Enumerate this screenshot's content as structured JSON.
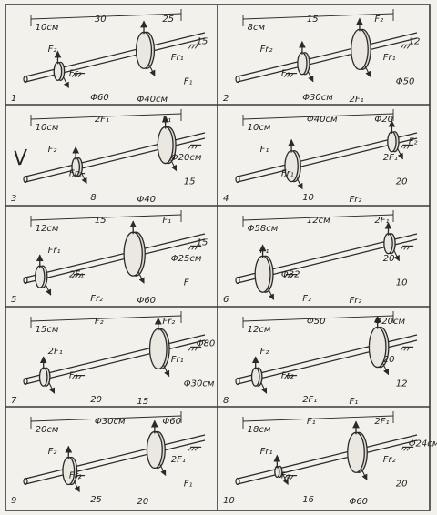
{
  "colors": {
    "paper": "#f3f1ec",
    "ink": "#2a2a2a",
    "frame": "#3a3a3a"
  },
  "panels": [
    {
      "number": "1",
      "labels": [
        "10см",
        "30",
        "25",
        "F₂",
        "Fr₂",
        "Fr₁",
        "F₁",
        "Φ60",
        "Φ40см",
        "15"
      ]
    },
    {
      "number": "2",
      "labels": [
        "8см",
        "15",
        "F₂",
        "Fr₂",
        "F₁",
        "Fr₁",
        "Φ50",
        "Φ30см",
        "2F₁",
        "12"
      ]
    },
    {
      "number": "3",
      "labels": [
        "10см",
        "2F₁",
        "F₁",
        "F₂",
        "Fr₂",
        "Φ20см",
        "15",
        "8",
        "Φ40"
      ]
    },
    {
      "number": "4",
      "labels": [
        "10см",
        "Φ40см",
        "Φ20",
        "F₁",
        "Fr₁",
        "2F₁",
        "20",
        "10",
        "Fr₂",
        "F₂"
      ]
    },
    {
      "number": "5",
      "labels": [
        "12см",
        "15",
        "F₁",
        "Fr₁",
        "2F₁",
        "Φ25см",
        "F",
        "Fr₂",
        "Φ60",
        "15"
      ]
    },
    {
      "number": "6",
      "labels": [
        "Φ58см",
        "12см",
        "2F₁",
        "F₁",
        "Φ32",
        "20",
        "10",
        "F₂",
        "Fr₂"
      ]
    },
    {
      "number": "7",
      "labels": [
        "15см",
        "F₂",
        "Fr₂",
        "2F₁",
        "F₁",
        "Fr₁",
        "Φ30см",
        "20",
        "15",
        "Φ80"
      ]
    },
    {
      "number": "8",
      "labels": [
        "12см",
        "Φ50",
        "Φ20см",
        "F₂",
        "Fr₂",
        "20",
        "12",
        "2F₁",
        "F₁"
      ]
    },
    {
      "number": "9",
      "labels": [
        "20см",
        "Φ30см",
        "Φ60",
        "F₂",
        "Fr₂",
        "2F₁",
        "F₁",
        "25",
        "20"
      ]
    },
    {
      "number": "10",
      "labels": [
        "18см",
        "F₁",
        "2F₁",
        "Fr₁",
        "F₂",
        "Fr₂",
        "20",
        "16",
        "Φ60",
        "Φ24см"
      ]
    }
  ],
  "margin_mark": "V"
}
